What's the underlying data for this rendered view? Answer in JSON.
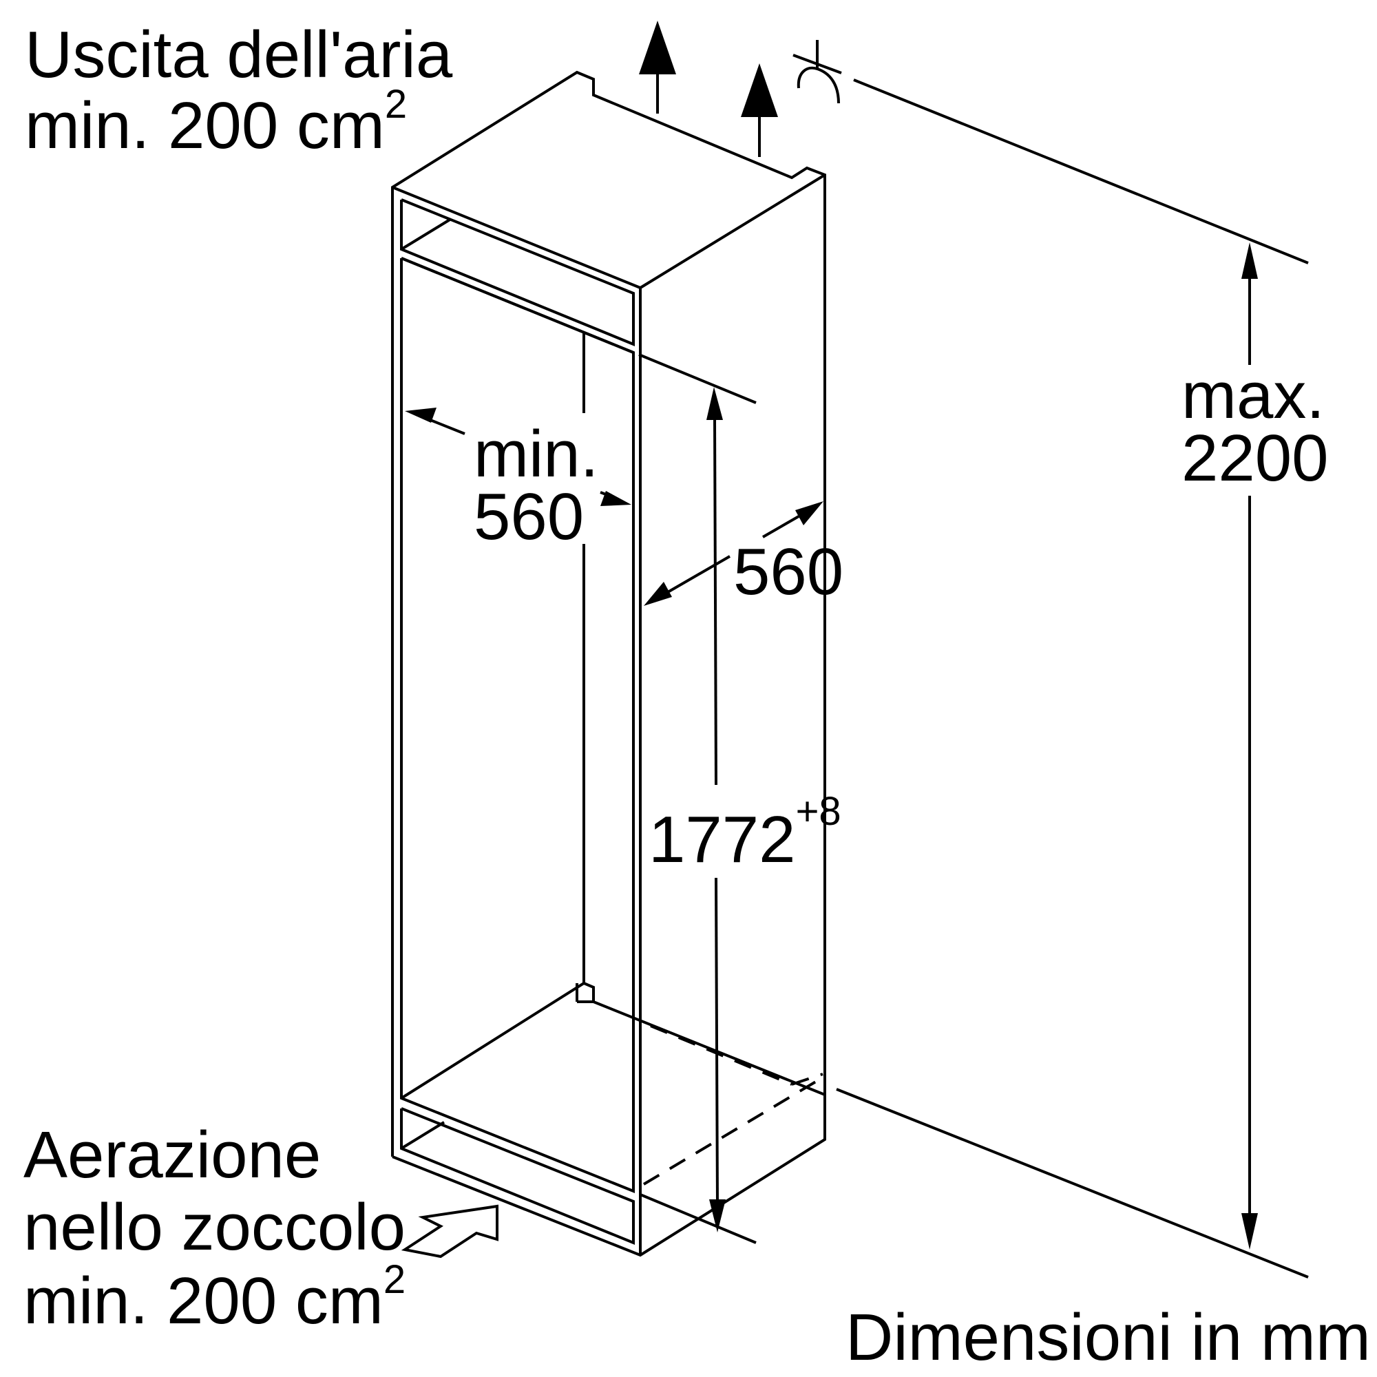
{
  "labels": {
    "air_outlet_line1": "Uscita dell'aria",
    "air_outlet_line2": "min. 200 cm",
    "air_outlet_sup": "2",
    "plinth_line1": "Aerazione",
    "plinth_line2": "nello zoccolo",
    "plinth_line3": "min. 200 cm",
    "plinth_sup": "2",
    "inner_width_line1": "min.",
    "inner_width_line2": "560",
    "depth_value": "560",
    "niche_height_value": "1772",
    "niche_height_tolerance": "+8",
    "max_height_line1": "max.",
    "max_height_line2": "2200",
    "units_note": "Dimensioni in mm"
  },
  "icons": {
    "air_outlet": "up-arrow-icon",
    "plinth_vent": "outlined-arrow-icon",
    "electrical": "power-plug-icon"
  },
  "colors": {
    "ink": "#000000",
    "background": "#ffffff"
  }
}
